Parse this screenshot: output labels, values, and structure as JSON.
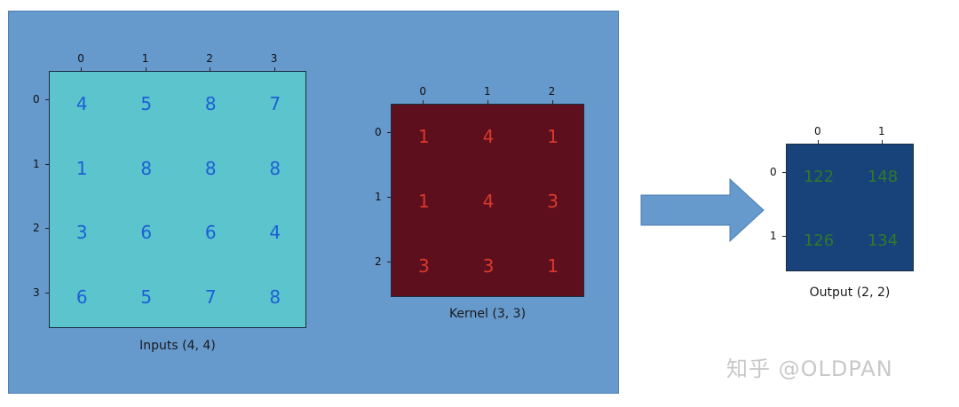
{
  "inputs": {
    "caption": "Inputs (4, 4)",
    "col_ticks": [
      "0",
      "1",
      "2",
      "3"
    ],
    "row_ticks": [
      "0",
      "1",
      "2",
      "3"
    ],
    "values": [
      [
        "4",
        "5",
        "8",
        "7"
      ],
      [
        "1",
        "8",
        "8",
        "8"
      ],
      [
        "3",
        "6",
        "6",
        "4"
      ],
      [
        "6",
        "5",
        "7",
        "8"
      ]
    ],
    "bg_color": "#5bc4cc",
    "text_color": "#1e5fd6"
  },
  "kernel": {
    "caption": "Kernel (3, 3)",
    "col_ticks": [
      "0",
      "1",
      "2"
    ],
    "row_ticks": [
      "0",
      "1",
      "2"
    ],
    "values": [
      [
        "1",
        "4",
        "1"
      ],
      [
        "1",
        "4",
        "3"
      ],
      [
        "3",
        "3",
        "1"
      ]
    ],
    "bg_color": "#5e0f1e",
    "text_color": "#d83a2a"
  },
  "output": {
    "caption": "Output (2, 2)",
    "col_ticks": [
      "0",
      "1"
    ],
    "row_ticks": [
      "0",
      "1"
    ],
    "values": [
      [
        "122",
        "148"
      ],
      [
        "126",
        "134"
      ]
    ],
    "bg_color": "#17427a",
    "text_color": "#2f7a2a"
  },
  "arrow_color": "#6699cc",
  "watermark": "知乎 @OLDPAN"
}
